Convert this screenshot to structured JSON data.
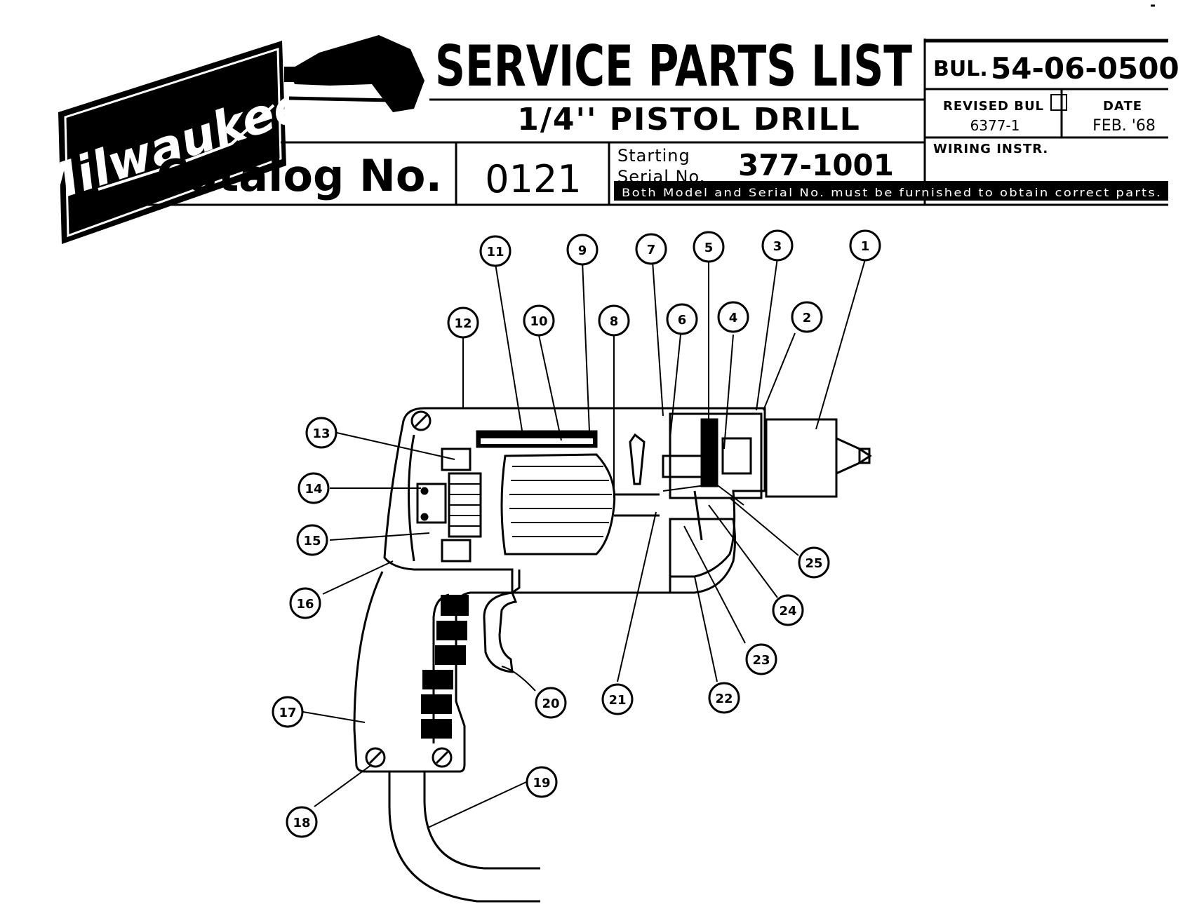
{
  "brand": {
    "logo_text": "Milwaukee"
  },
  "header": {
    "title": "SERVICE PARTS LIST",
    "subtitle": "1/4'' PISTOL DRILL",
    "bulletin_prefix": "BUL.",
    "bulletin_number": "54-06-0500",
    "revised_label": "REVISED BUL",
    "revised_value": "6377-1",
    "date_label": "DATE",
    "date_value": "FEB. '68",
    "wiring_label": "WIRING INSTR.",
    "catalog_label": "Catalog No.",
    "catalog_value": "0121",
    "starting_label": "Starting",
    "serial_label": "Serial No.",
    "serial_value": "377-1001",
    "notice": "Both Model and Serial No. must be furnished to obtain correct parts."
  },
  "callouts": [
    "1",
    "2",
    "3",
    "4",
    "5",
    "6",
    "7",
    "8",
    "9",
    "10",
    "11",
    "12",
    "13",
    "14",
    "15",
    "16",
    "17",
    "18",
    "19",
    "20",
    "21",
    "22",
    "23",
    "24",
    "25"
  ],
  "colors": {
    "ink": "#000000",
    "paper": "#ffffff"
  }
}
